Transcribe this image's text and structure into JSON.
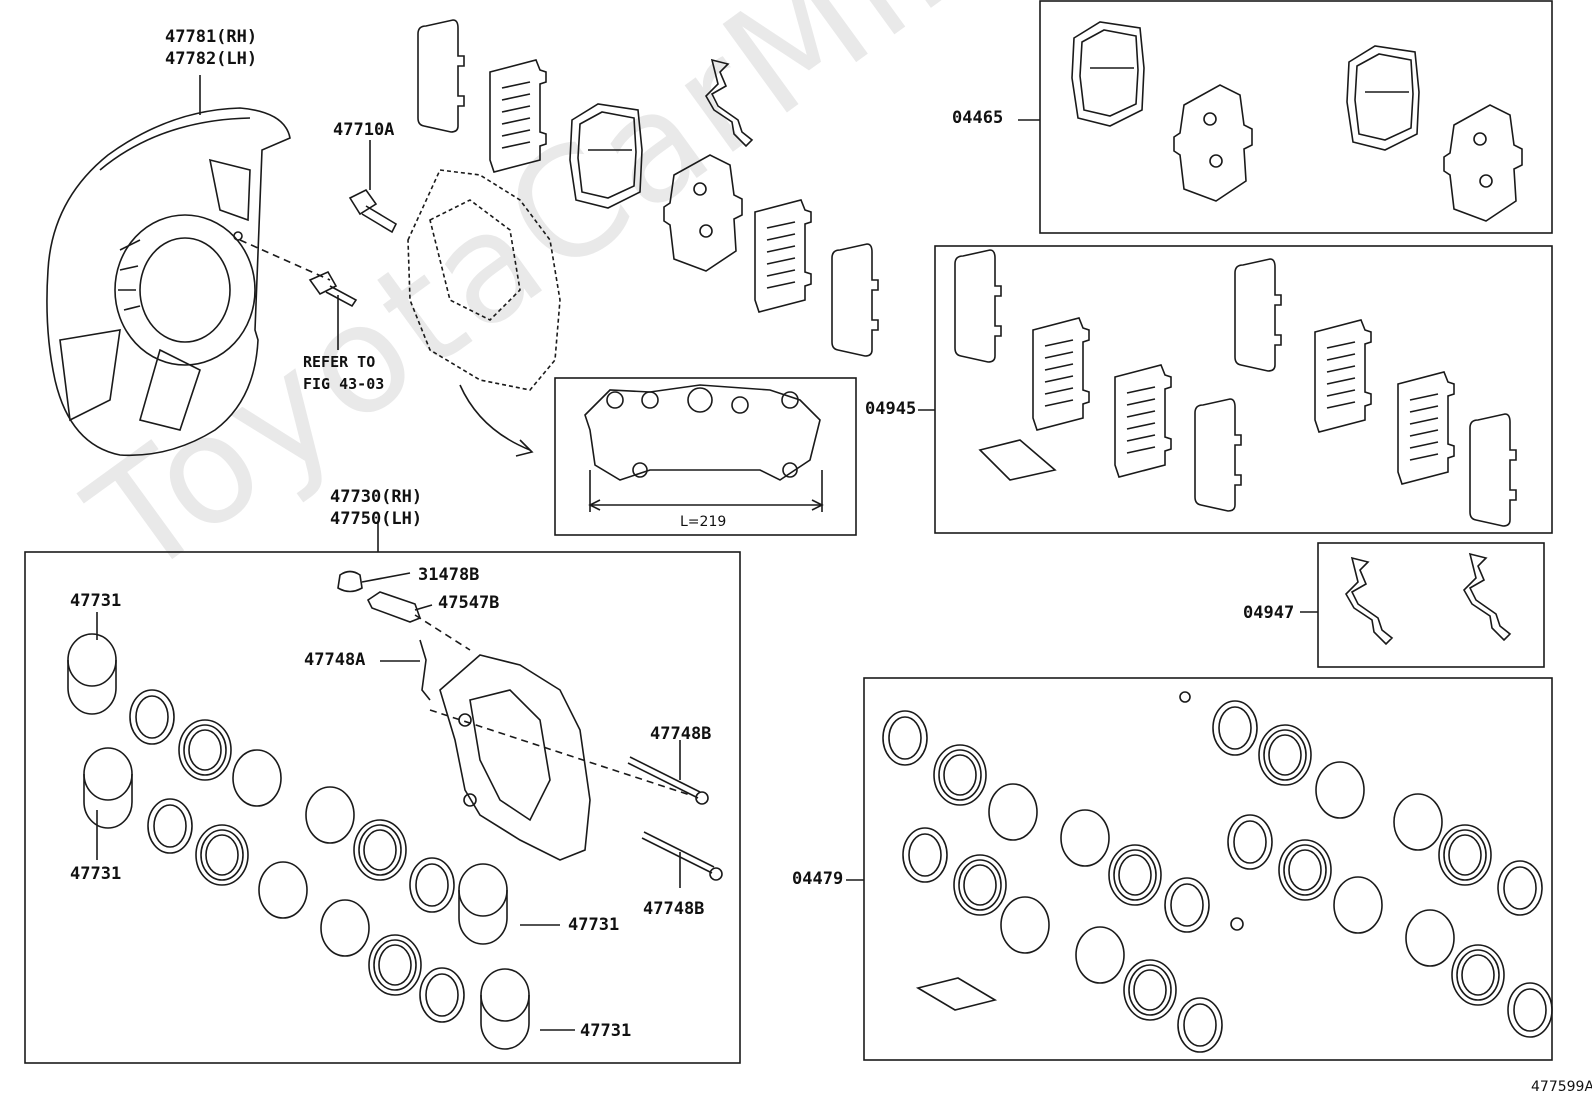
{
  "watermark": "ToyotaCarMine.ru",
  "figure_code": "477599A",
  "dimension": "L=219",
  "refer_to": "REFER TO",
  "refer_fig": "FIG 43-03",
  "parts": {
    "dust_cover_rh": "47781(RH)",
    "dust_cover_lh": "47782(LH)",
    "bolt": "47710A",
    "caliper_rh": "47730(RH)",
    "caliper_lh": "47750(LH)",
    "piston_1": "47731",
    "piston_2": "47731",
    "piston_3": "47731",
    "piston_4": "47731",
    "bleeder_cap": "31478B",
    "bleeder_plug": "47547B",
    "clip": "47748A",
    "pin_1": "47748B",
    "pin_2": "47748B",
    "pad_kit": "04465",
    "shim_kit": "04945",
    "clip_kit": "04947",
    "cylinder_kit": "04479"
  }
}
